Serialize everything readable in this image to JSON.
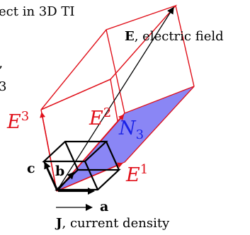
{
  "title_fragment": "ect in 3D TI",
  "fragment_left_top": "’",
  "fragment_left_bottom": "3",
  "vectors": {
    "E_label_bold": "E",
    "E_label_rest": ", electric field",
    "J_label_bold": "J",
    "J_label_rest": ", current density",
    "E1_base": "E",
    "E1_sup": "1",
    "E2_base": "E",
    "E2_sup": "2",
    "E3_base": "E",
    "E3_sup": "3",
    "N3_base": "N",
    "N3_sub": "3"
  },
  "crystal_axes": {
    "a": "a",
    "b": "b",
    "c": "c"
  },
  "colors": {
    "red": "#e0101a",
    "blue_text": "#1a22e6",
    "plane_fill": "#8a86f5",
    "black": "#000000"
  }
}
